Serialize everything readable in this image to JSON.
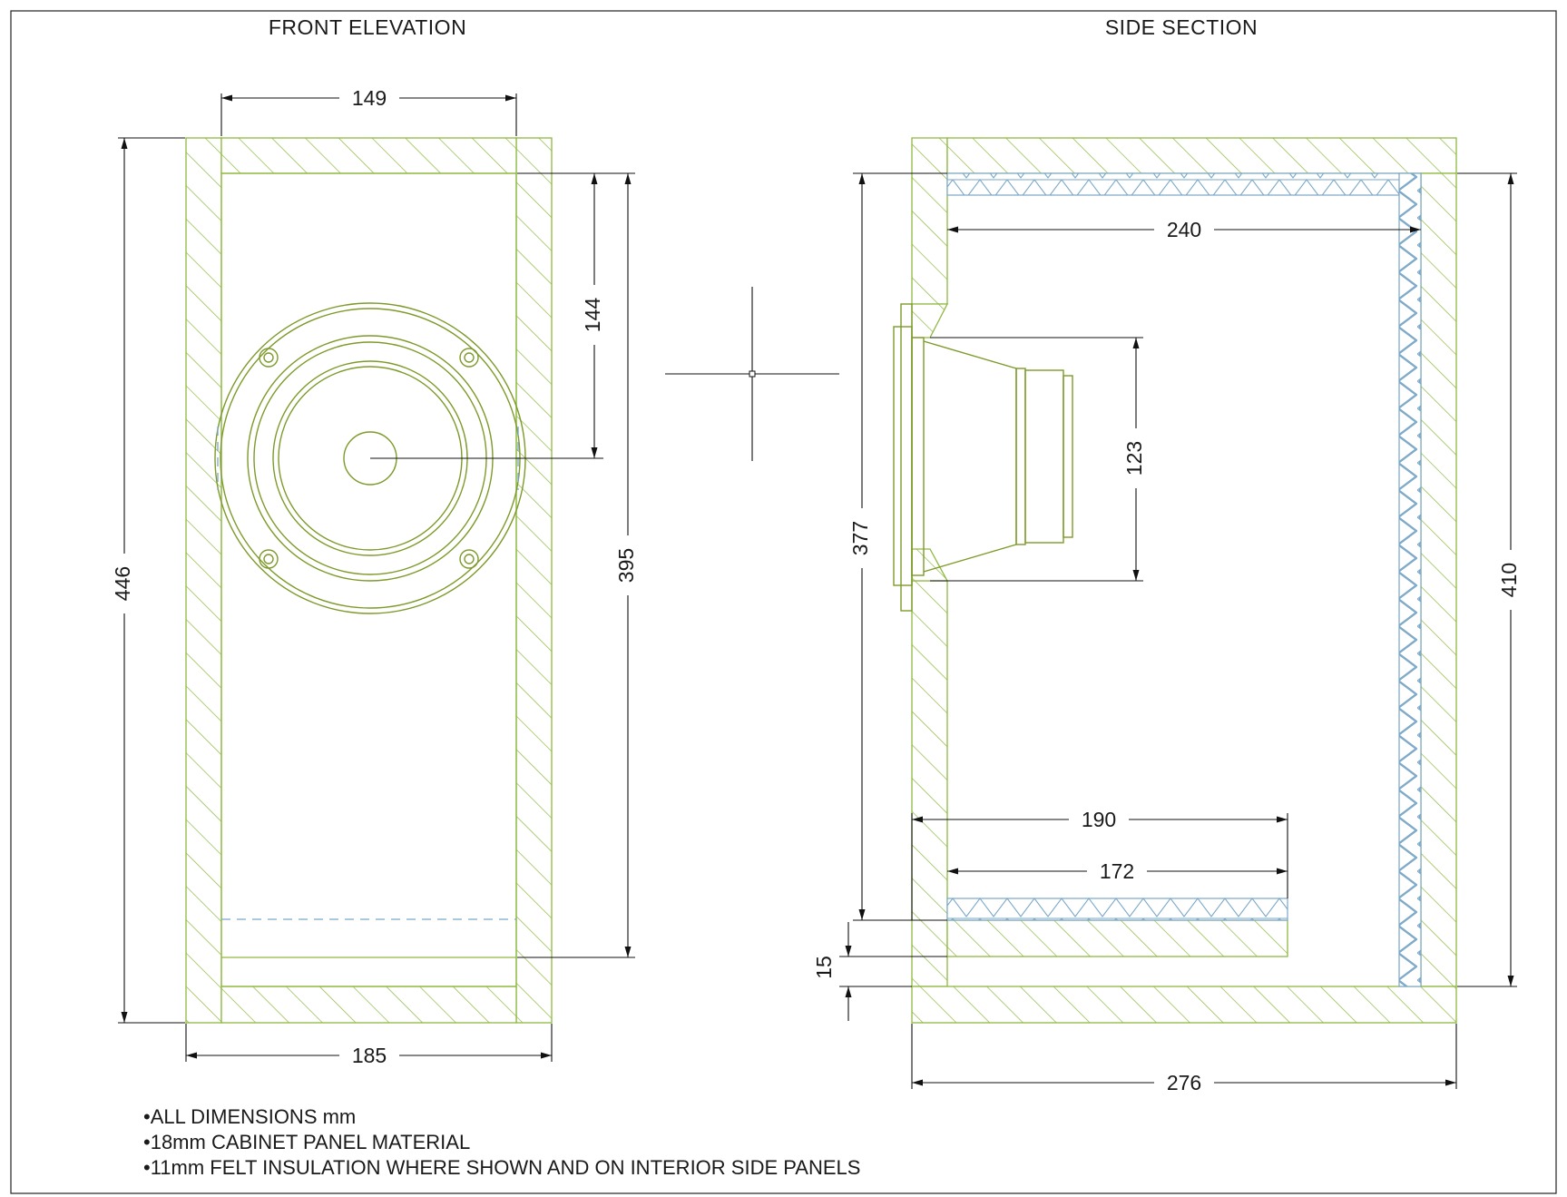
{
  "drawing": {
    "front_title": "FRONT ELEVATION",
    "side_title": "SIDE SECTION",
    "front_dims": {
      "top_inner_width": "149",
      "driver_center_from_top": "144",
      "interior_height": "395",
      "overall_height": "446",
      "overall_width": "185"
    },
    "side_dims": {
      "interior_depth": "240",
      "driver_depth": "123",
      "front_interior_height": "377",
      "rear_interior_height": "410",
      "shelf_depth": "190",
      "felt_length": "172",
      "shelf_gap": "15",
      "overall_depth": "276"
    },
    "notes": [
      "•ALL DIMENSIONS mm",
      "•18mm CABINET PANEL MATERIAL",
      "•11mm FELT INSULATION WHERE SHOWN AND ON INTERIOR SIDE PANELS"
    ],
    "colors": {
      "panel": "#8fb842",
      "driver": "#7d9a2a",
      "felt": "#7aa7c7",
      "dimension": "#111111"
    }
  }
}
